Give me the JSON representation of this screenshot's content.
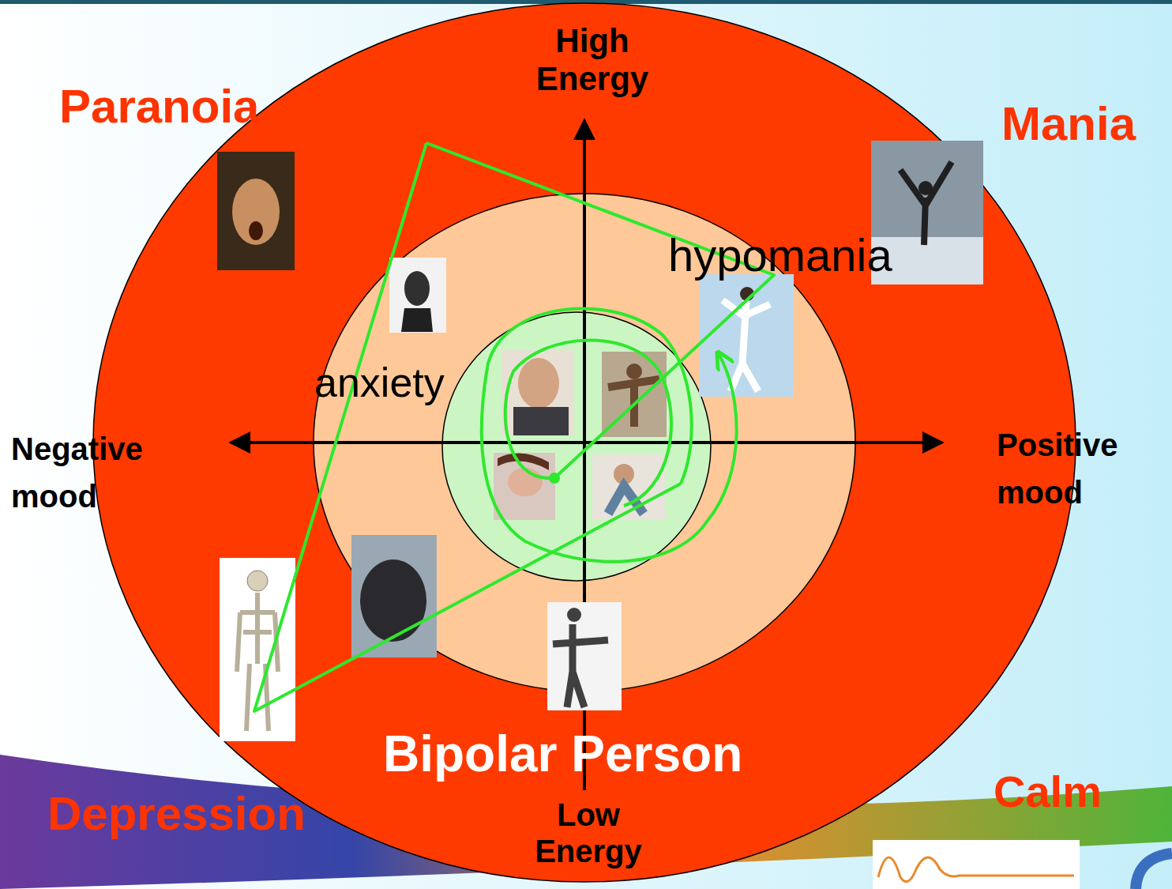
{
  "diagram": {
    "labels": [
      "High Energy",
      "Paranoia",
      "Mania",
      "hypomania",
      "anxiety",
      "Negative mood",
      "Positive mood",
      "Bipolar Person",
      "Low Energy",
      "Depression",
      "Calm"
    ]
  }
}
